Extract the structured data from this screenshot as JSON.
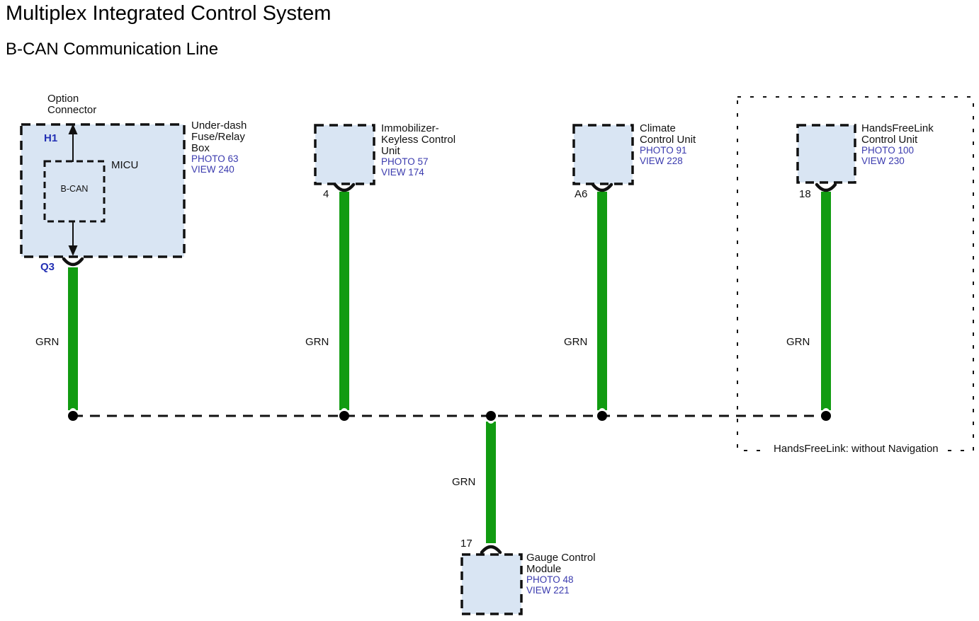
{
  "header": {
    "title": "Multiplex Integrated Control System",
    "subtitle": "B-CAN Communication Line"
  },
  "colors": {
    "wire_green": "#119b11",
    "box_fill": "#d9e5f3",
    "link_blue": "#3a3aae",
    "pin_blue": "#2330b4",
    "line_black": "#111111"
  },
  "components": {
    "underdash": {
      "option_label_line1": "Option",
      "option_label_line2": "Connector",
      "pin_top": "H1",
      "pin_bottom": "Q3",
      "micu_label": "MICU",
      "bcan_label": "B-CAN",
      "name_line1": "Under-dash",
      "name_line2": "Fuse/Relay",
      "name_line3": "Box",
      "photo_link": "PHOTO 63",
      "view_link": "VIEW 240"
    },
    "immobilizer": {
      "pin": "4",
      "name_line1": "Immobilizer-",
      "name_line2": "Keyless Control",
      "name_line3": "Unit",
      "photo_link": "PHOTO 57",
      "view_link": "VIEW 174"
    },
    "climate": {
      "pin": "A6",
      "name_line1": "Climate",
      "name_line2": "Control Unit",
      "photo_link": "PHOTO 91",
      "view_link": "VIEW 228"
    },
    "handsfreelink": {
      "pin": "18",
      "name_line1": "HandsFreeLink",
      "name_line2": "Control Unit",
      "photo_link": "PHOTO 100",
      "view_link": "VIEW 230",
      "group_label": "HandsFreeLink: without Navigation"
    },
    "gauge": {
      "pin": "17",
      "name_line1": "Gauge Control",
      "name_line2": "Module",
      "photo_link": "PHOTO 48",
      "view_link": "VIEW 221"
    }
  },
  "wires": {
    "w1_label": "GRN",
    "w2_label": "GRN",
    "w3_label": "GRN",
    "w4_label": "GRN",
    "w5_label": "GRN"
  }
}
